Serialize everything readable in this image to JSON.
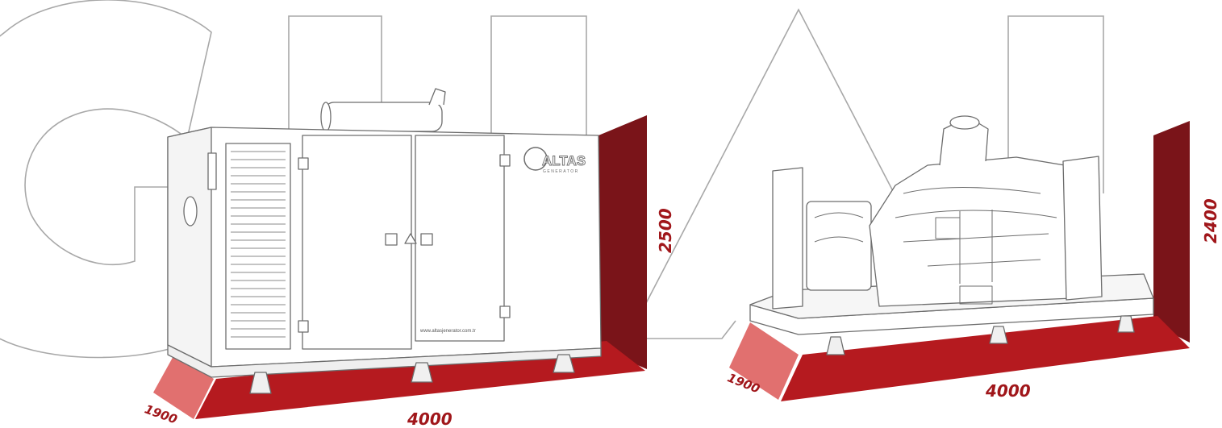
{
  "colors": {
    "background": "#ffffff",
    "outline": "#a8a8a8",
    "floor_red": "#b51a1f",
    "floor_light_red": "#e1706f",
    "wall_dark_red": "#7a1419",
    "text_red": "#a0161a",
    "sketch_stroke": "#6d6d6d"
  },
  "canopy_generator": {
    "brand_logo": "ALTAS",
    "brand_sub": "GENERATOR",
    "website": "www.altasjenerator.com.tr",
    "dimensions": {
      "length": "4000",
      "depth": "1900",
      "height": "2500"
    }
  },
  "open_generator": {
    "dimensions": {
      "length": "4000",
      "depth": "1900",
      "height": "2400"
    }
  }
}
